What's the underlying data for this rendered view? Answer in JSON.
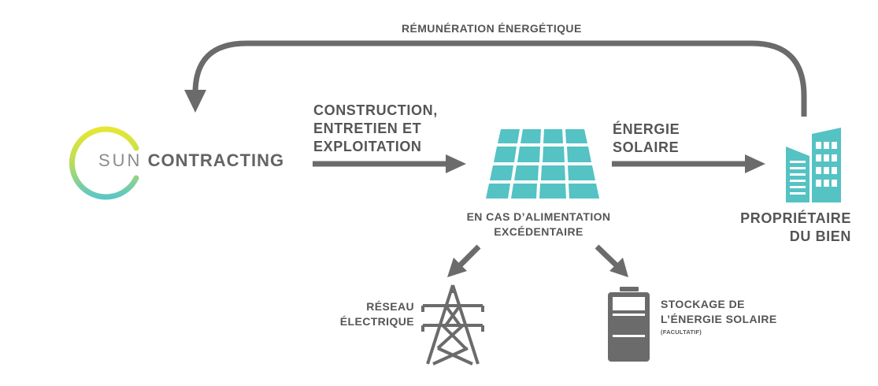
{
  "top_loop_label": "RÉMUNÉRATION ÉNERGÉTIQUE",
  "logo": {
    "part1": "SUN",
    "part2": "CONTRACTING",
    "ring_gradient": [
      "#e6e633",
      "#b9dd5a",
      "#5cc7c5"
    ]
  },
  "arrow_left_label": [
    "CONSTRUCTION,",
    "ENTRETIEN ET",
    "EXPLOITATION"
  ],
  "arrow_right_label": [
    "ÉNERGIE",
    "SOLAIRE"
  ],
  "panel_label": [
    "EN CAS D’ALIMENTATION",
    "EXCÉDENTAIRE"
  ],
  "owner_label": [
    "PROPRIÉTAIRE",
    "DU BIEN"
  ],
  "grid_label": [
    "RÉSEAU",
    "ÉLECTRIQUE"
  ],
  "storage_label": [
    "STOCKAGE DE",
    "L’ÉNERGIE SOLAIRE"
  ],
  "storage_note": "(FACULTATIF)",
  "icons": {
    "solar_panel": "solar-panel-icon",
    "building": "building-icon",
    "pylon": "power-pylon-icon",
    "battery": "battery-icon"
  },
  "colors": {
    "arrow": "#6b6b6b",
    "text": "#555555",
    "teal": "#55c2c4",
    "icon_gray": "#6b6b6b"
  }
}
